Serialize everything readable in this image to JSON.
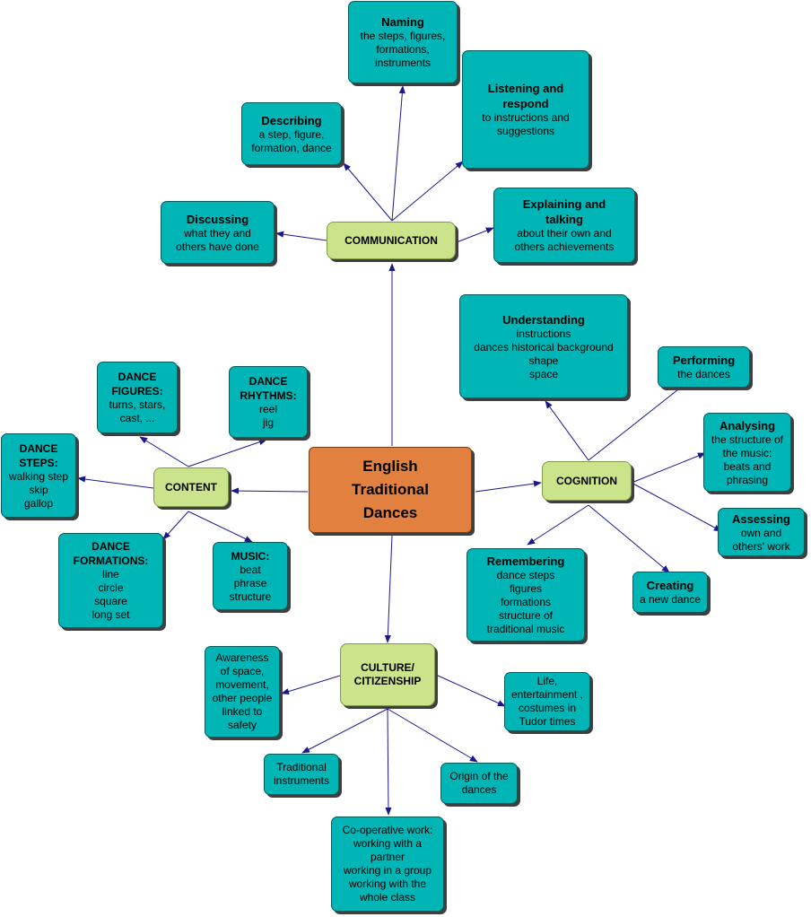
{
  "center": {
    "title": "English\nTraditional\nDances"
  },
  "hubs": {
    "communication": "COMMUNICATION",
    "content": "CONTENT",
    "cognition": "COGNITION",
    "culture": "CULTURE/\nCITIZENSHIP"
  },
  "nodes": {
    "naming": {
      "title": "Naming",
      "text": "the steps, figures,\nformations,\ninstruments"
    },
    "listening": {
      "title": "Listening and\nrespond",
      "text": "to instructions and\nsuggestions"
    },
    "describing": {
      "title": "Describing",
      "text": "a step, figure,\nformation, dance"
    },
    "discussing": {
      "title": "Discussing",
      "text": "what they and\nothers have done"
    },
    "explaining": {
      "title": "Explaining and\ntalking",
      "text": "about their own and\nothers achievements"
    },
    "understanding": {
      "title": "Understanding",
      "text": "instructions\ndances historical background\nshape\nspace"
    },
    "performing": {
      "title": "Performing",
      "text": "the dances"
    },
    "analysing": {
      "title": "Analysing",
      "text": "the structure of\nthe music:\nbeats and\nphrasing"
    },
    "assessing": {
      "title": "Assessing",
      "text": "own and\nothers' work"
    },
    "creating": {
      "title": "Creating",
      "text": "a new dance"
    },
    "remembering": {
      "title": "Remembering",
      "text": "dance steps\nfigures\nformations\nstructure of\ntraditional music"
    },
    "dance_figures": {
      "title": "DANCE\nFIGURES:",
      "text": "turns, stars,\ncast, ..."
    },
    "dance_rhythms": {
      "title": "DANCE\nRHYTHMS:",
      "text": "reel\njig"
    },
    "dance_steps": {
      "title": "DANCE\nSTEPS:",
      "text": "walking step\nskip\ngallop"
    },
    "dance_formations": {
      "title": "DANCE\nFORMATIONS:",
      "text": "line\ncircle\nsquare\nlong set"
    },
    "music": {
      "title": "MUSIC:",
      "text": "beat\nphrase\nstructure"
    },
    "awareness": {
      "title": "",
      "text": "Awareness\nof space,\nmovement,\nother people\nlinked to\nsafety"
    },
    "life": {
      "title": "",
      "text": "Life,\nentertainment ,\ncostumes in\nTudor times"
    },
    "instruments": {
      "title": "",
      "text": "Traditional\ninstruments"
    },
    "origin": {
      "title": "",
      "text": "Origin of the\ndances"
    },
    "cooperative": {
      "title": "",
      "text": "Co-operative work:\nworking with a\npartner\nworking in a group\nworking with the\nwhole class"
    }
  },
  "colors": {
    "node_fill": "#00b5b5",
    "hub_fill": "#cbe48c",
    "center_fill": "#e2813f",
    "edge": "#1a1a8c"
  }
}
